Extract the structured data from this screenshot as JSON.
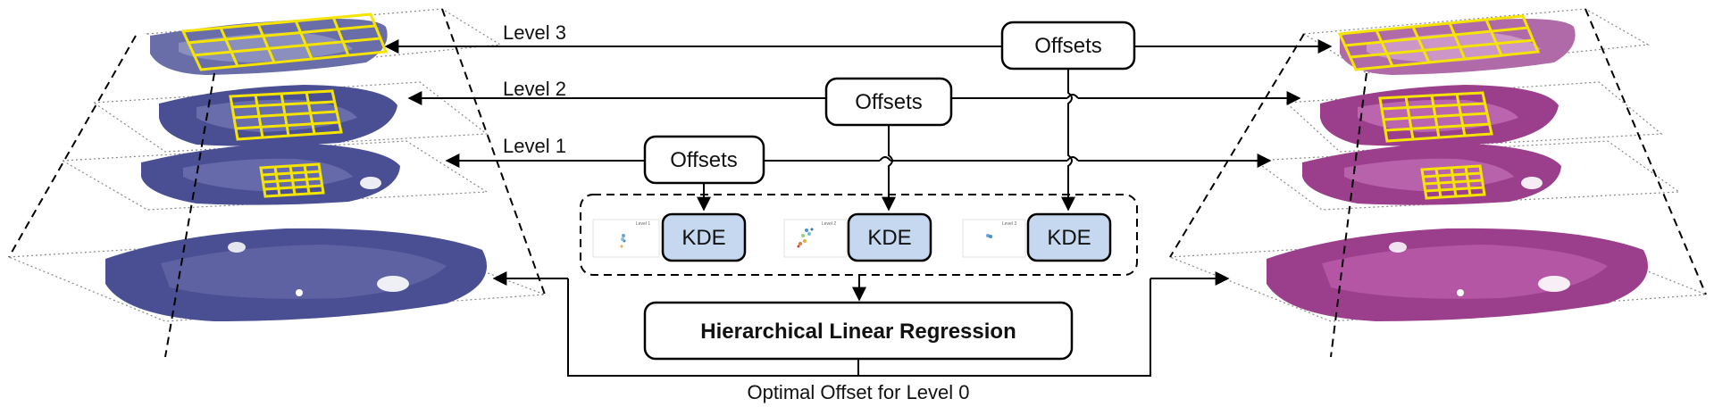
{
  "levels": {
    "level3": "Level 3",
    "level2": "Level 2",
    "level1": "Level 1"
  },
  "offset_boxes": {
    "top": "Offsets",
    "middle": "Offsets",
    "low": "Offsets"
  },
  "kde": {
    "a": "KDE",
    "b": "KDE",
    "c": "KDE"
  },
  "mini_plots": {
    "a": "Level 1",
    "b": "Level 2",
    "c": "Level 3"
  },
  "regression": "Hierarchical Linear Regression",
  "optimal_offset": "Optimal Offset for Level 0",
  "colors": {
    "left_stain": "#4a4f94",
    "right_stain": "#9b3f8c",
    "grid": "#f5e400",
    "kde_fill": "#c6d8ef"
  }
}
